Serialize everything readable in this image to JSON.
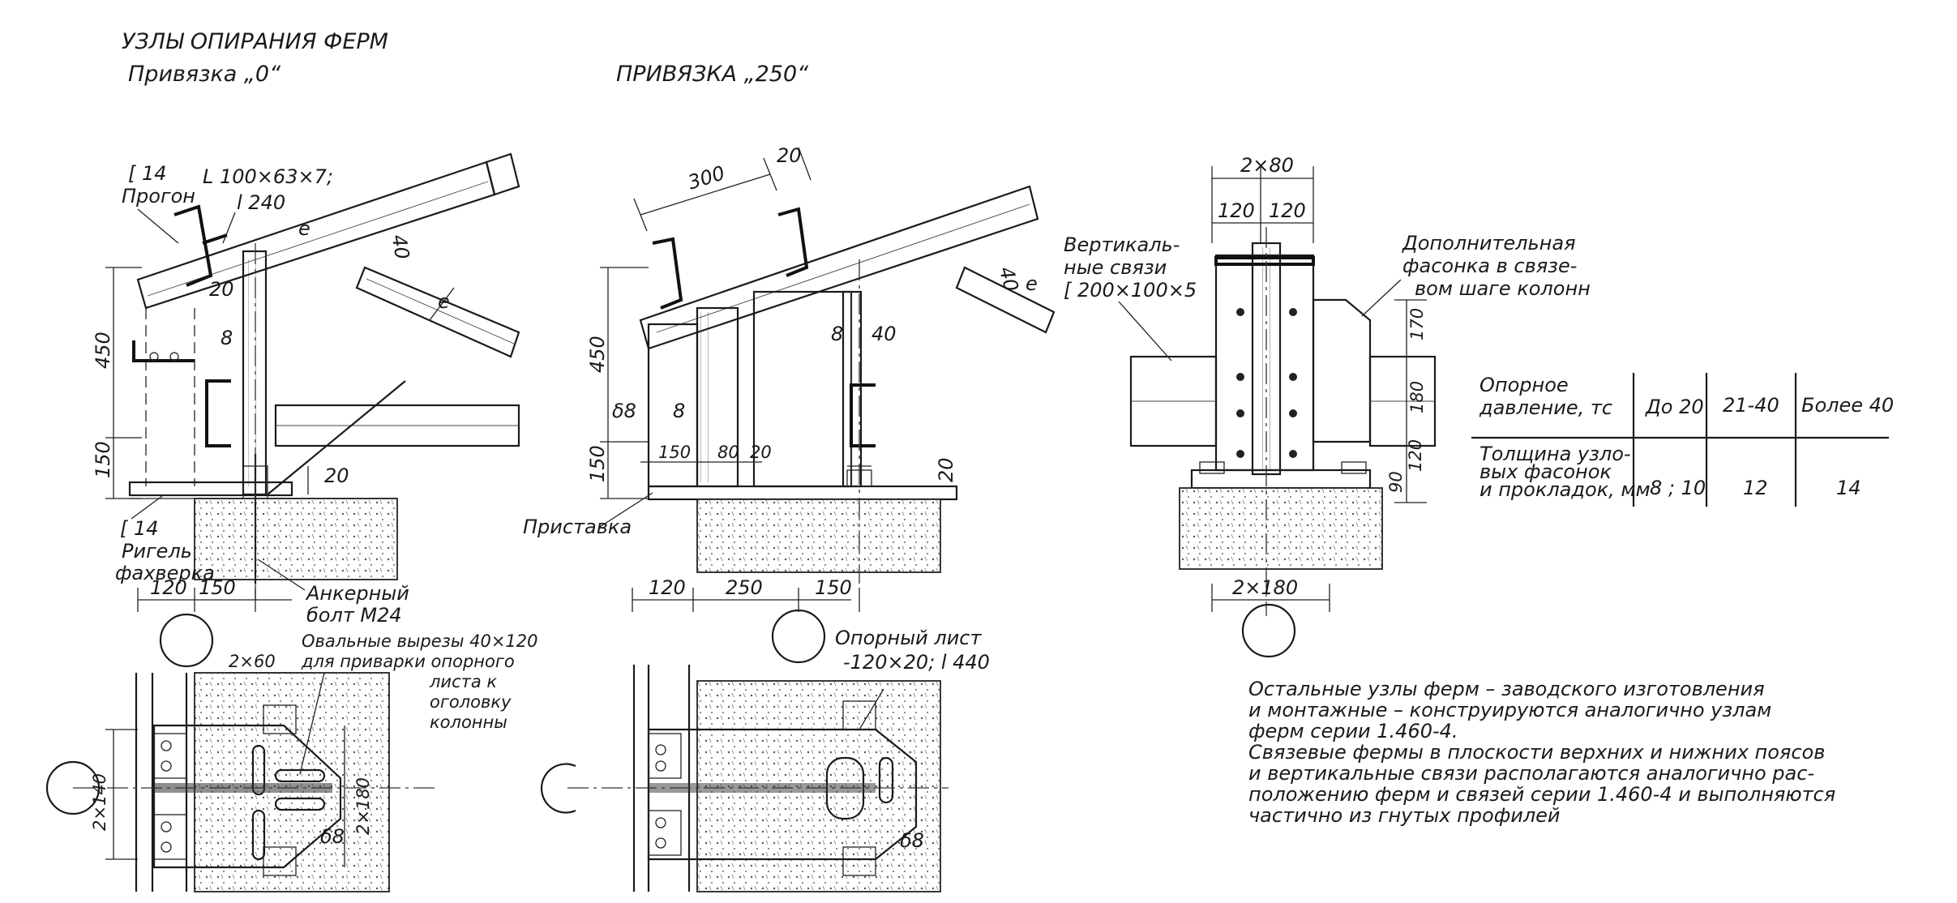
{
  "title": {
    "line1": "УЗЛЫ ОПИРАНИЯ ФЕРМ",
    "line2": "Привязка „0“",
    "right": "ПРИВЯЗКА „250“"
  },
  "left_node": {
    "purlin_line1": "[ 14",
    "purlin_line2": "Прогон",
    "angle_line1": "L 100×63×7;",
    "angle_line2": "l 240",
    "dim_450": "450",
    "dim_150": "150",
    "dim_20a": "20",
    "dim_8": "8",
    "dim_40": "40",
    "mark_e1": "e",
    "mark_e2": "e",
    "dim_20b": "20",
    "rigel_line1": "[ 14",
    "rigel_line2": "Ригель",
    "rigel_line3": "фахверка",
    "anchor_line1": "Анкерный",
    "anchor_line2": "болт М24",
    "dim_120": "120",
    "dim_150b": "150",
    "oval_line1": "Овальные вырезы 40×120",
    "oval_line2": "для приварки опорного",
    "oval_line3": "листа к",
    "oval_line4": "оголовку",
    "oval_line5": "колонны",
    "dim_2x60": "2×60",
    "dim_2x140": "2×140",
    "dim_2x180": "2×180",
    "dim_d8": "δ8"
  },
  "middle_node": {
    "dim_300": "300",
    "dim_20": "20",
    "dim_450": "450",
    "dim_150": "150",
    "dim_d8": "δ8",
    "dim_8a": "8",
    "dim_8b": "8",
    "dim_40a": "40",
    "dim_40b": "40",
    "mark_e": "e",
    "dim_150b": "150",
    "dim_80": "80",
    "dim_20b": "20",
    "dim_20c": "20",
    "pristavka": "Приставка",
    "dim_120": "120",
    "dim_250": "250",
    "dim_150c": "150",
    "plate_line1": "Опорный лист",
    "plate_line2": "-120×20; l 440",
    "dim_d8b": "δ8"
  },
  "right_node": {
    "dim_2x80": "2×80",
    "dim_120a": "120",
    "dim_120b": "120",
    "vert_line1": "Вертикаль-",
    "vert_line2": "ные связи",
    "vert_line3": "[ 200×100×5",
    "extra_line1": "Дополнительная",
    "extra_line2": "фасонка в связе-",
    "extra_line3": "вом шаге колонн",
    "dim_170": "170",
    "dim_180": "180",
    "dim_120c": "120",
    "dim_90": "90",
    "dim_2x180": "2×180"
  },
  "table": {
    "row1_header_line1": "Опорное",
    "row1_header_line2": "давление, тс",
    "col1": "До 20",
    "col2": "21-40",
    "col3": "Более 40",
    "row2_header_line1": "Толщина узло-",
    "row2_header_line2": "вых фасонок",
    "row2_header_line3": "и прокладок, мм",
    "val1": "8 ; 10",
    "val2": "12",
    "val3": "14"
  },
  "notes": {
    "line1": "Остальные узлы ферм – заводского изготовления",
    "line2": "и монтажные – конструируются аналогично узлам",
    "line3": "ферм серии 1.460-4.",
    "line4": "Связевые фермы в плоскости верхних и нижних поясов",
    "line5": "и вертикальные связи располагаются аналогично рас-",
    "line6": "положению ферм и связей серии 1.460-4 и выполняются",
    "line7": "частично из гнутых профилей"
  }
}
